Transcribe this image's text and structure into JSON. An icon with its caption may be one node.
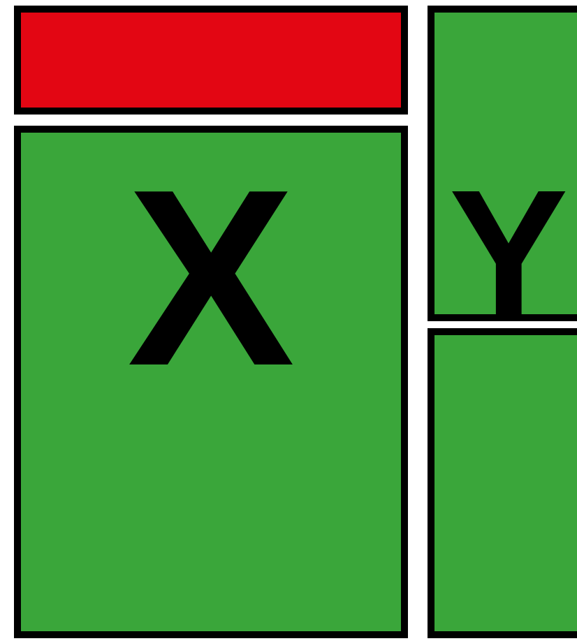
{
  "diagram": {
    "nodes": [
      {
        "text": [],
        "shape": "box"
      },
      {
        "text": [
          "X"
        ]
      },
      {
        "text": [],
        "shape": "box"
      },
      {
        "text": [],
        "shape": "box"
      }
    ],
    "labels": [
      "Y"
    ]
  }
}
